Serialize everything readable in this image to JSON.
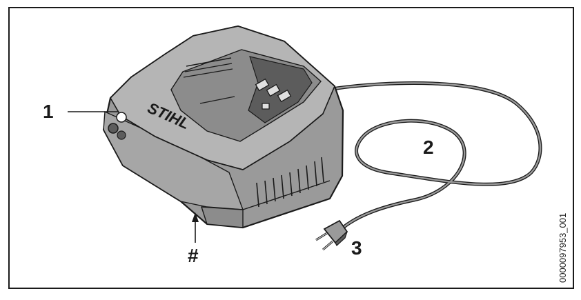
{
  "callouts": {
    "one": "1",
    "two": "2",
    "three": "3",
    "hash": "#"
  },
  "brand_logo": "STIHL",
  "figure_code": "0000097953_001",
  "colors": {
    "body": "#9a9a9a",
    "top": "#b5b5b5",
    "dark": "#5c5c5c",
    "outline": "#1a1a1a"
  }
}
